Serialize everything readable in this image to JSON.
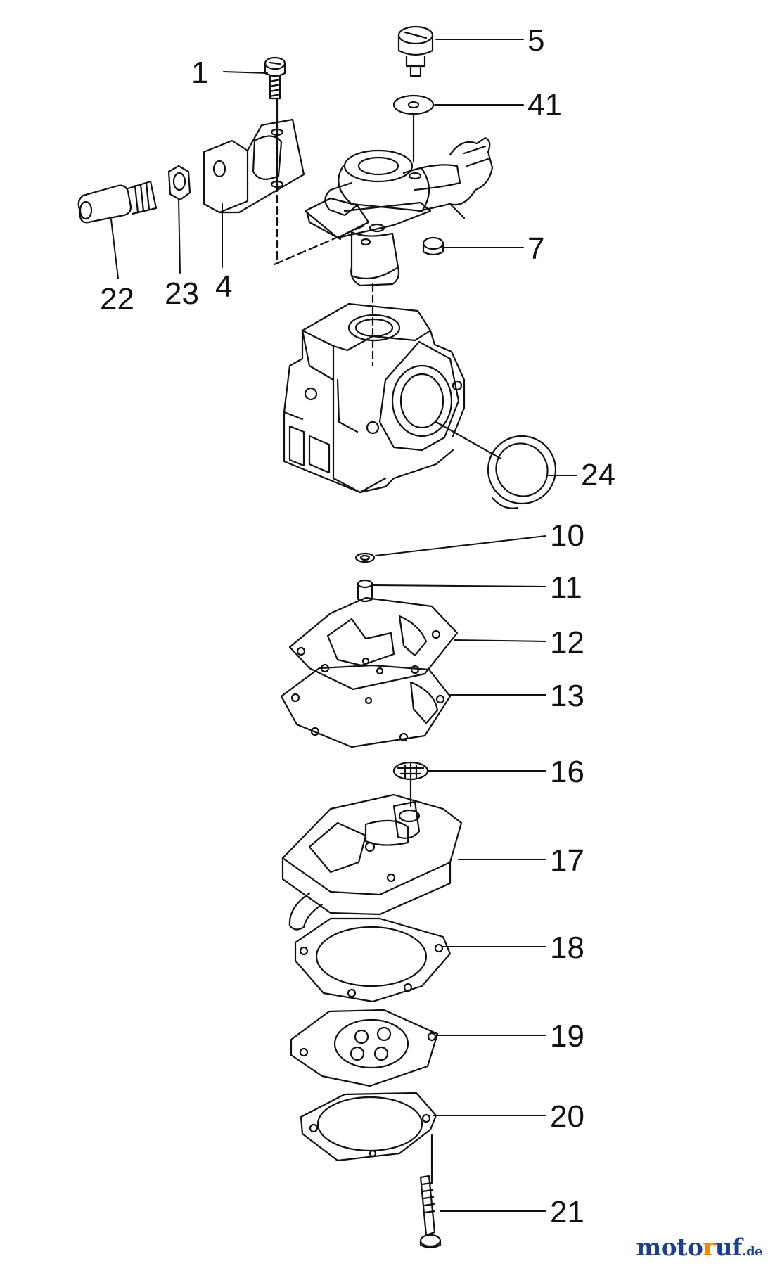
{
  "callouts": [
    {
      "id": "1",
      "label": "1"
    },
    {
      "id": "5",
      "label": "5"
    },
    {
      "id": "41",
      "label": "41"
    },
    {
      "id": "7",
      "label": "7"
    },
    {
      "id": "22",
      "label": "22"
    },
    {
      "id": "23",
      "label": "23"
    },
    {
      "id": "4",
      "label": "4"
    },
    {
      "id": "24",
      "label": "24"
    },
    {
      "id": "10",
      "label": "10"
    },
    {
      "id": "11",
      "label": "11"
    },
    {
      "id": "12",
      "label": "12"
    },
    {
      "id": "13",
      "label": "13"
    },
    {
      "id": "16",
      "label": "16"
    },
    {
      "id": "17",
      "label": "17"
    },
    {
      "id": "18",
      "label": "18"
    },
    {
      "id": "19",
      "label": "19"
    },
    {
      "id": "20",
      "label": "20"
    },
    {
      "id": "21",
      "label": "21"
    }
  ],
  "watermark": {
    "part1": "moto",
    "part2": "r",
    "part3": "uf",
    "tld": ".de"
  },
  "colors": {
    "line": "#111111",
    "brand_blue": "#1b3f8f",
    "brand_orange": "#f08a00"
  }
}
